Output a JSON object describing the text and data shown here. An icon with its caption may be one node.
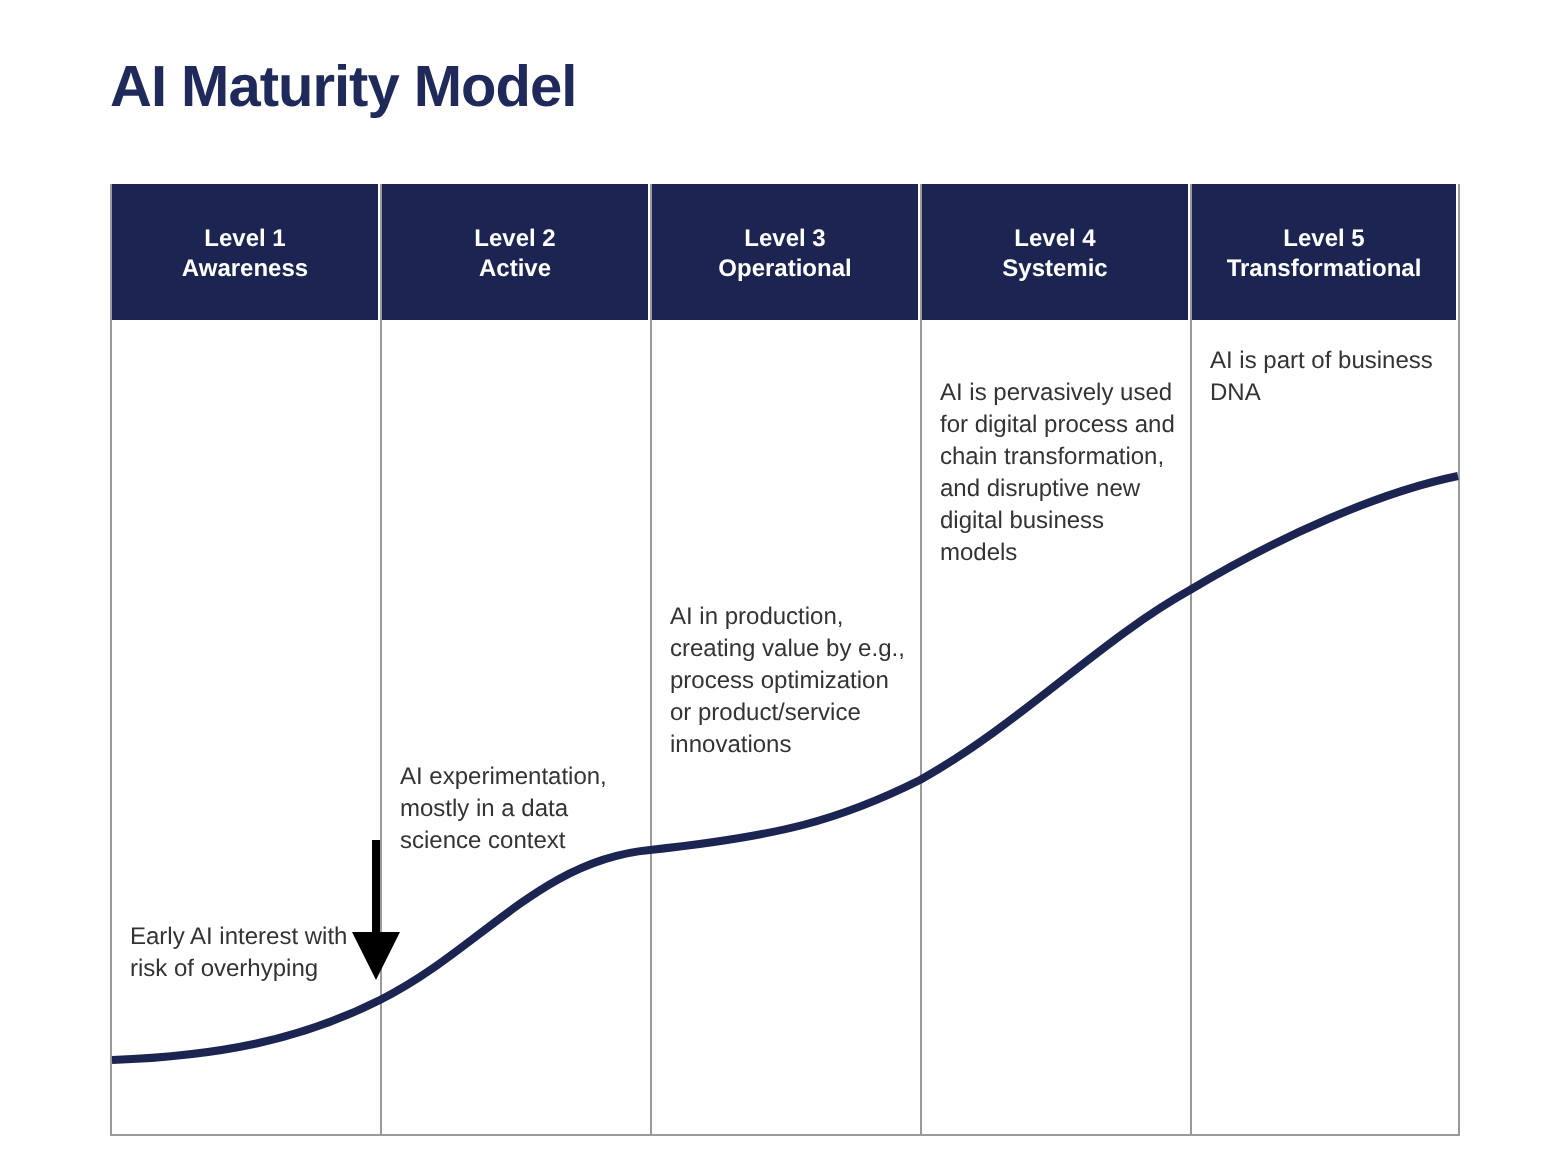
{
  "diagram": {
    "title": "AI Maturity Model",
    "nodes": [
      {
        "text": [
          "Level 1",
          "Awareness",
          "Early AI interest with risk of overhyping"
        ]
      },
      {
        "text": [
          "Level 2",
          "Active",
          "AI experimentation, mostly in a data science context"
        ]
      },
      {
        "text": [
          "Level 3",
          "Operational",
          "AI in production, creating value by e.g., process optimization or product/service innovations"
        ]
      },
      {
        "text": [
          "Level 4",
          "Systemic",
          "AI is pervasively used for digital process and chain transformation, and disruptive new digital business models"
        ]
      },
      {
        "text": [
          "Level 5",
          "Transformational",
          "AI is part of business DNA"
        ]
      }
    ],
    "edges": []
  }
}
